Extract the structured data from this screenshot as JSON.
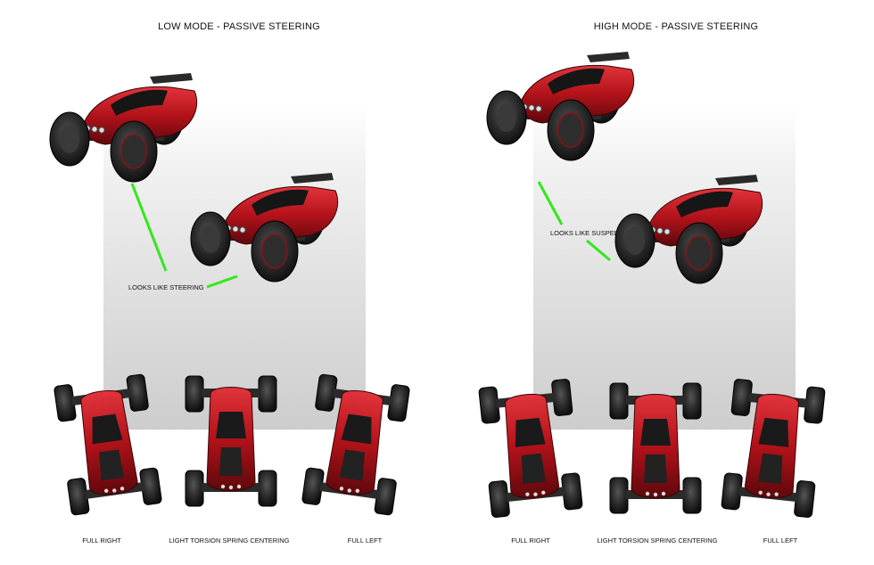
{
  "panels": [
    {
      "title": "LOW MODE - PASSIVE STEERING",
      "callout": "LOOKS LIKE STEERING",
      "captions": [
        "FULL RIGHT",
        "LIGHT TORSION SPRING CENTERING",
        "FULL LEFT"
      ]
    },
    {
      "title": "HIGH MODE - PASSIVE STEERING",
      "callout": "LOOKS LIKE SUSPENSION",
      "captions": [
        "FULL RIGHT",
        "LIGHT TORSION SPRING CENTERING",
        "FULL LEFT"
      ]
    }
  ],
  "colors": {
    "body_red": "#b3121a",
    "body_dark_red": "#6e0a0f",
    "tire": "#1c1c1c",
    "callout_line": "#33e81c"
  },
  "icons": [
    "rc-truck-perspective",
    "rc-truck-top-view"
  ]
}
